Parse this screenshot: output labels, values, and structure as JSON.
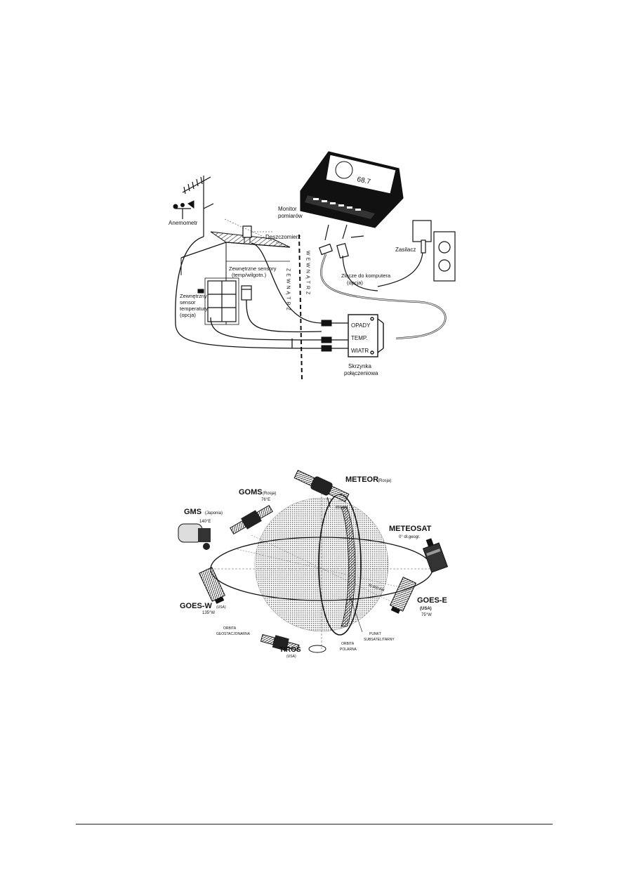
{
  "figure1": {
    "labels": {
      "anemometr": "Anemometr",
      "deszczomierz": "Deszczomierz",
      "monitor": "Monitor",
      "pomiarow": "pomiarów",
      "zasilacz": "Zasilacz",
      "zlacze1": "Złącze do komputera",
      "zlacze2": "(opcja)",
      "zew_sensory1": "Zewnętrzne sensory",
      "zew_sensory2": "(temp/wilgotn.)",
      "zew_sensor1": "Zewnętrzny",
      "zew_sensor2": "sensor",
      "zew_sensor3": "temperatury",
      "zew_sensor4": "(opcja)",
      "zewnatrz": "ZEWNĄTRZ",
      "wewnatrz": "WEWNĄTRZ",
      "opady": "OPADY",
      "temp": "TEMP.",
      "wiatr": "WIATR",
      "skrzynka1": "Skrzynka",
      "skrzynka2": "połączeniowa",
      "display_value": "68.7"
    }
  },
  "figure2": {
    "labels": {
      "meteor": "METEOR",
      "meteor_country": "(Rosja)",
      "goms": "GOMS",
      "goms_country": "(Rosja)",
      "goms_lon": "76°E",
      "gms": "GMS",
      "gms_country": "(Japonia)",
      "gms_lon": "140°E",
      "meteosat": "METEOSAT",
      "meteosat_lon": "0° dł.geogr.",
      "goes_w": "GOES-W",
      "goes_w_country": "(USA)",
      "goes_w_lon": "135°W",
      "goes_e": "GOES-E",
      "goes_e_country": "(USA)",
      "goes_e_lon": "75°W",
      "orbit_geo1": "ORBITA",
      "orbit_geo2": "GEOSTACJONARNA",
      "orbit_pol1": "ORBITA",
      "orbit_pol2": "POLARNA",
      "subsat1": "PUNKT",
      "subsat2": "SUBSATELITARNY",
      "tiros": "TIROS",
      "tiros_country": "(USA)",
      "alt_polar": "850 KM",
      "alt_geo": "35 800 KM"
    }
  }
}
